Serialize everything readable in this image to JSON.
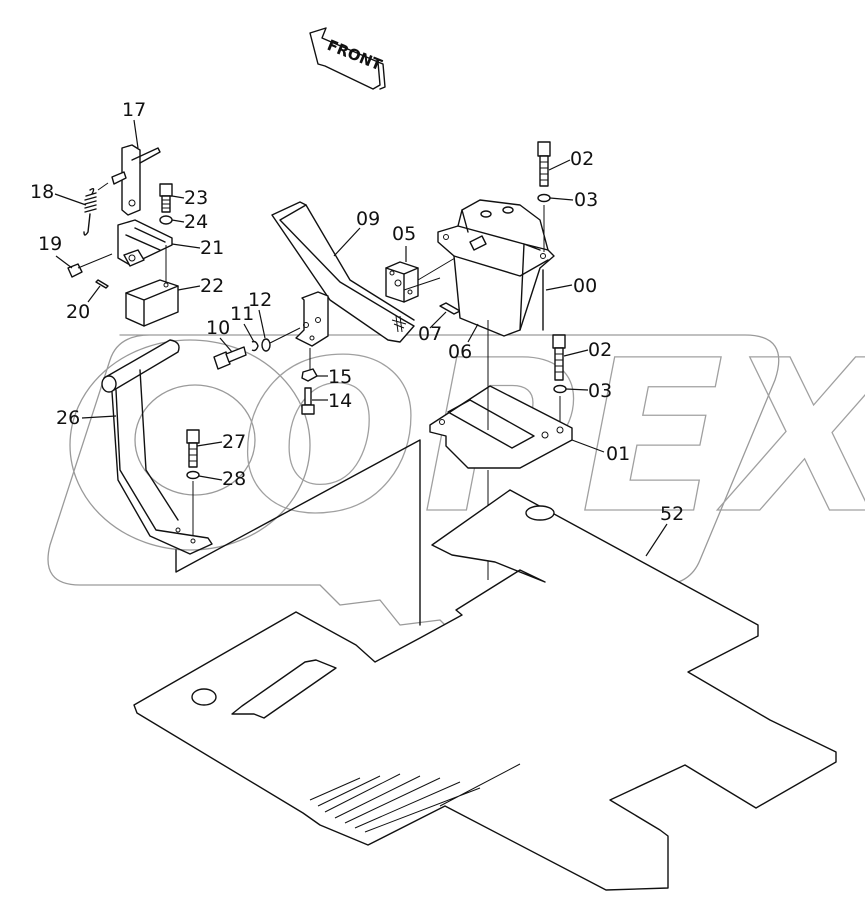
{
  "diagram": {
    "type": "exploded-parts-diagram",
    "direction_marker": "FRONT",
    "watermark": "OPEX",
    "part_labels": {
      "p00": "00",
      "p01": "01",
      "p02a": "02",
      "p02b": "02",
      "p03a": "03",
      "p03b": "03",
      "p05": "05",
      "p06": "06",
      "p07": "07",
      "p09": "09",
      "p10": "10",
      "p11": "11",
      "p12": "12",
      "p14": "14",
      "p15": "15",
      "p17": "17",
      "p18": "18",
      "p19": "19",
      "p20": "20",
      "p21": "21",
      "p22": "22",
      "p23": "23",
      "p24": "24",
      "p26": "26",
      "p27": "27",
      "p28": "28",
      "p52": "52"
    },
    "colors": {
      "line": "#111111",
      "watermark": "#9a9a9a",
      "background": "#ffffff"
    }
  }
}
